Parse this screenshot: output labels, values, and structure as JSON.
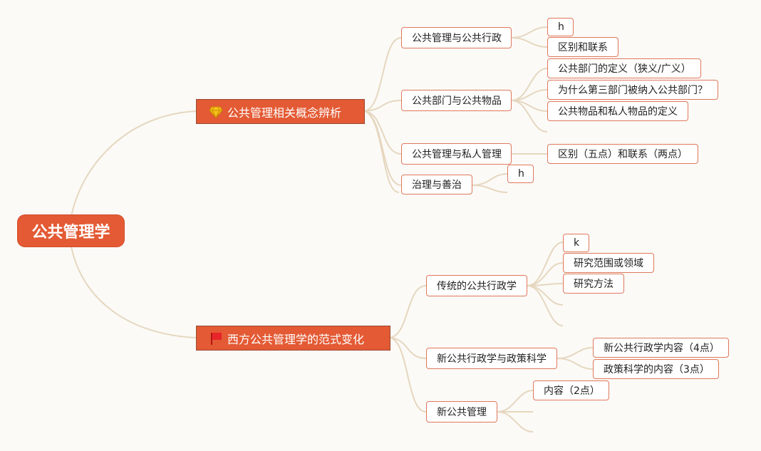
{
  "root": {
    "label": "公共管理学"
  },
  "branch1": {
    "label": "公共管理相关概念辨析",
    "icon": "gem-icon",
    "children": {
      "c1": {
        "label": "公共管理与公共行政",
        "h": "h",
        "diff": "区别和联系"
      },
      "c2": {
        "label": "公共部门与公共物品",
        "def": "公共部门的定义（狭义/广义）",
        "why": "为什么第三部门被纳入公共部门？",
        "goods": "公共物品和私人物品的定义"
      },
      "c3": {
        "label": "公共管理与私人管理",
        "diff": "区别（五点）和联系（两点）"
      },
      "c4": {
        "label": "治理与善治",
        "h": "h"
      }
    }
  },
  "branch2": {
    "label": "西方公共管理学的范式变化",
    "icon": "red-flag-icon",
    "children": {
      "d1": {
        "label": "传统的公共行政学",
        "k": "k",
        "scope": "研究范围或领域",
        "method": "研究方法"
      },
      "d2": {
        "label": "新公共行政学与政策科学",
        "npa": "新公共行政学内容（4点）",
        "policy": "政策科学的内容（3点）"
      },
      "d3": {
        "label": "新公共管理",
        "content": "内容（2点）"
      }
    }
  },
  "colors": {
    "accent": "#e35a34",
    "line": "#e6d7bf",
    "border": "#e0785a"
  }
}
